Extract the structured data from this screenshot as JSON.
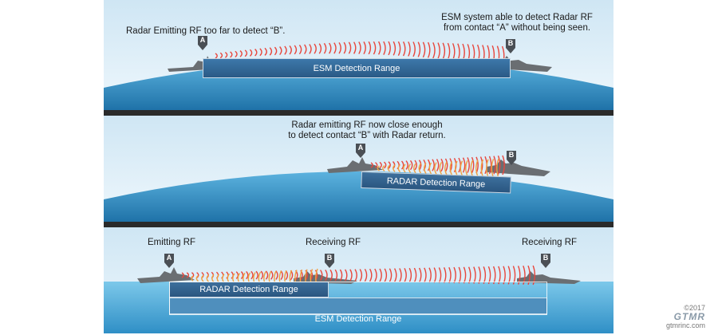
{
  "panel1": {
    "left_caption": "Radar Emitting RF too far to detect “B”.",
    "right_caption_line1": "ESM system able to detect Radar RF",
    "right_caption_line2": "from contact “A” without being seen.",
    "range_label": "ESM Detection Range",
    "marker_a": "A",
    "marker_b": "B"
  },
  "panel2": {
    "caption_line1": "Radar emitting RF now close enough",
    "caption_line2": "to detect contact “B” with Radar return.",
    "range_label": "RADAR Detection Range",
    "marker_a": "A",
    "marker_b": "B"
  },
  "panel3": {
    "emitting_label": "Emitting RF",
    "receiving_label_1": "Receiving RF",
    "receiving_label_2": "Receiving RF",
    "radar_range_label": "RADAR Detection Range",
    "esm_range_label": "ESM Detection Range",
    "marker_a": "A",
    "marker_b1": "B",
    "marker_b2": "B"
  },
  "footer": {
    "copyright": "©2017",
    "logo": "GTMR",
    "website": "gtmrinc.com"
  },
  "colors": {
    "sky_top": "#d8ecf7",
    "sea": "#2f8fc6",
    "sea_light": "#6ec0e6",
    "radar_wave": "#e8463c",
    "return_wave": "#f0a040",
    "ship": "#6a6e72",
    "marker": "#4a4f55",
    "range_box": "#2f5d89"
  }
}
